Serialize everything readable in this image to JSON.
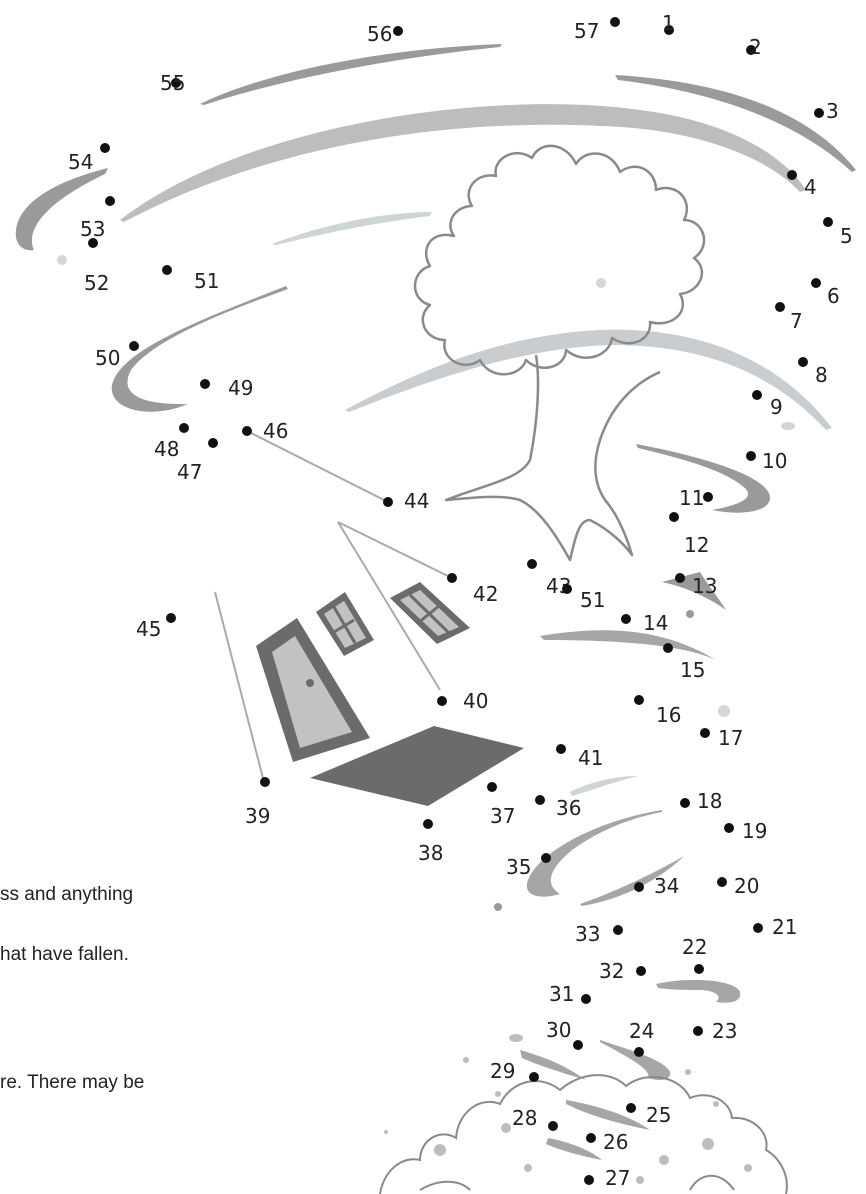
{
  "caption_lines": [
    "ss and anything",
    "hat have fallen.",
    "re. There may be"
  ],
  "colors": {
    "dot": "#111111",
    "swirl_dark": "#8f8f8f",
    "swirl_light": "#c8c8c8",
    "house_dark": "#6b6b6b",
    "house_mid": "#9c9c9c",
    "house_fill": "#c2c2c2",
    "outline": "#8a8a8a"
  },
  "dots": [
    {
      "n": "57",
      "label": "57"
    },
    {
      "n": "1",
      "label": "1"
    },
    {
      "n": "2",
      "label": "2"
    },
    {
      "n": "3",
      "label": "3"
    },
    {
      "n": "4",
      "label": "4"
    },
    {
      "n": "5",
      "label": "5"
    },
    {
      "n": "6",
      "label": "6"
    },
    {
      "n": "7",
      "label": "7"
    },
    {
      "n": "8",
      "label": "8"
    },
    {
      "n": "9",
      "label": "9"
    },
    {
      "n": "10",
      "label": "10"
    },
    {
      "n": "11",
      "label": "11"
    },
    {
      "n": "12",
      "label": "12"
    },
    {
      "n": "13",
      "label": "13"
    },
    {
      "n": "14",
      "label": "14"
    },
    {
      "n": "15",
      "label": "15"
    },
    {
      "n": "16",
      "label": "16"
    },
    {
      "n": "17",
      "label": "17"
    },
    {
      "n": "18",
      "label": "18"
    },
    {
      "n": "19",
      "label": "19"
    },
    {
      "n": "20",
      "label": "20"
    },
    {
      "n": "21",
      "label": "21"
    },
    {
      "n": "22",
      "label": "22"
    },
    {
      "n": "23",
      "label": "23"
    },
    {
      "n": "24",
      "label": "24"
    },
    {
      "n": "25",
      "label": "25"
    },
    {
      "n": "26",
      "label": "26"
    },
    {
      "n": "27",
      "label": "27"
    },
    {
      "n": "28",
      "label": "28"
    },
    {
      "n": "29",
      "label": "29"
    },
    {
      "n": "30",
      "label": "30"
    },
    {
      "n": "31",
      "label": "31"
    },
    {
      "n": "32",
      "label": "32"
    },
    {
      "n": "33",
      "label": "33"
    },
    {
      "n": "34",
      "label": "34"
    },
    {
      "n": "35",
      "label": "35"
    },
    {
      "n": "36",
      "label": "36"
    },
    {
      "n": "37",
      "label": "37"
    },
    {
      "n": "38",
      "label": "38"
    },
    {
      "n": "39",
      "label": "39"
    },
    {
      "n": "40",
      "label": "40"
    },
    {
      "n": "41",
      "label": "41"
    },
    {
      "n": "42",
      "label": "42"
    },
    {
      "n": "43",
      "label": "43"
    },
    {
      "n": "44",
      "label": "44"
    },
    {
      "n": "45",
      "label": "45"
    },
    {
      "n": "46",
      "label": "46"
    },
    {
      "n": "47",
      "label": "47"
    },
    {
      "n": "48",
      "label": "48"
    },
    {
      "n": "49",
      "label": "49"
    },
    {
      "n": "50",
      "label": "50"
    },
    {
      "n": "51a",
      "label": "51"
    },
    {
      "n": "51b",
      "label": "51"
    },
    {
      "n": "52",
      "label": "52"
    },
    {
      "n": "53",
      "label": "53"
    },
    {
      "n": "54",
      "label": "54"
    },
    {
      "n": "55",
      "label": "55"
    },
    {
      "n": "56",
      "label": "56"
    }
  ]
}
